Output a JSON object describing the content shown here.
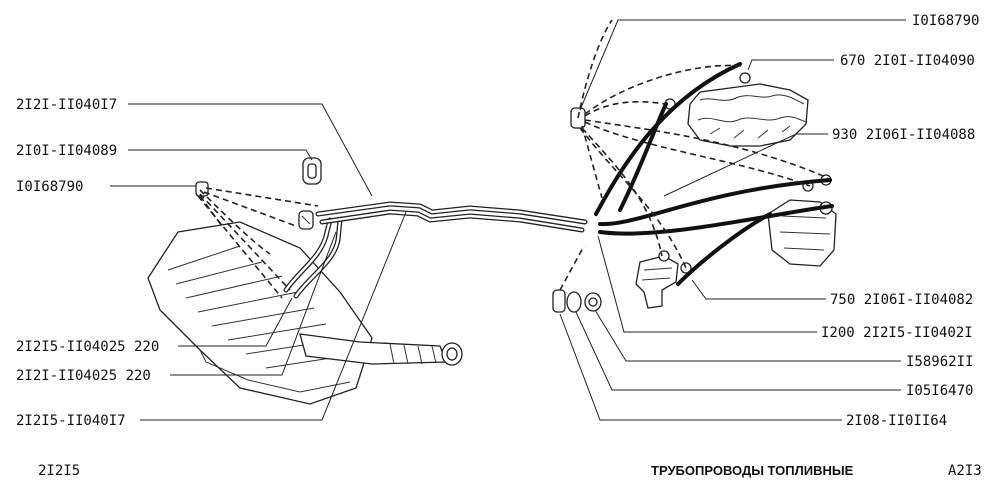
{
  "labels_left": [
    {
      "id": "fuel-pipe-front",
      "text": "2I2I-II040I7"
    },
    {
      "id": "pad",
      "text": "2I0I-II04089"
    },
    {
      "id": "clip-left",
      "text": "I0I68790"
    },
    {
      "id": "hose-220-a",
      "text": "2I2I5-II04025 220"
    },
    {
      "id": "hose-220-b",
      "text": "2I2I-II04025 220"
    },
    {
      "id": "fuel-pipe-rear",
      "text": "2I2I5-II040I7"
    }
  ],
  "labels_right": [
    {
      "id": "clip-right",
      "text": "I0I68790"
    },
    {
      "id": "hose-670",
      "text": "670 2I0I-II04090"
    },
    {
      "id": "hose-930",
      "text": "930 2I06I-II04088"
    },
    {
      "id": "hose-750",
      "text": "750 2I06I-II04082"
    },
    {
      "id": "hose-1200",
      "text": "I200 2I2I5-II0402I"
    },
    {
      "id": "washer-a",
      "text": "I58962II"
    },
    {
      "id": "washer-b",
      "text": "I05I6470"
    },
    {
      "id": "bolt",
      "text": "2I08-II0II64"
    }
  ],
  "footer": {
    "model": "2I2I5",
    "title": "ТРУБОПРОВОДЫ ТОПЛИВНЫЕ",
    "page": "A2I3"
  }
}
